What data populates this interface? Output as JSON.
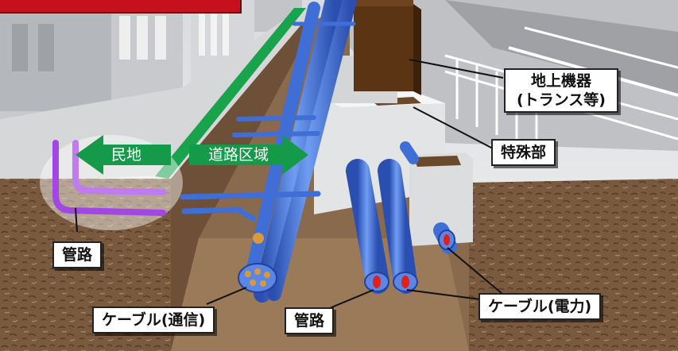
{
  "labels": {
    "ground_equipment_line1": "地上機器",
    "ground_equipment_line2": "(トランス等)",
    "special_section": "特殊部",
    "private_land": "民地",
    "road_area": "道路区域",
    "pipe_left": "管路",
    "pipe_center": "管路",
    "cable_telecom": "ケーブル(通信)",
    "cable_power": "ケーブル(電力)"
  },
  "colors": {
    "banner": "#c8101c",
    "arrow_green": "#159a4a",
    "pipe_blue": "#4d7fe0",
    "private_pipe_purple": "#b05ee8",
    "transformer_brown": "#5b3413",
    "soil": "#7a5a3e"
  }
}
